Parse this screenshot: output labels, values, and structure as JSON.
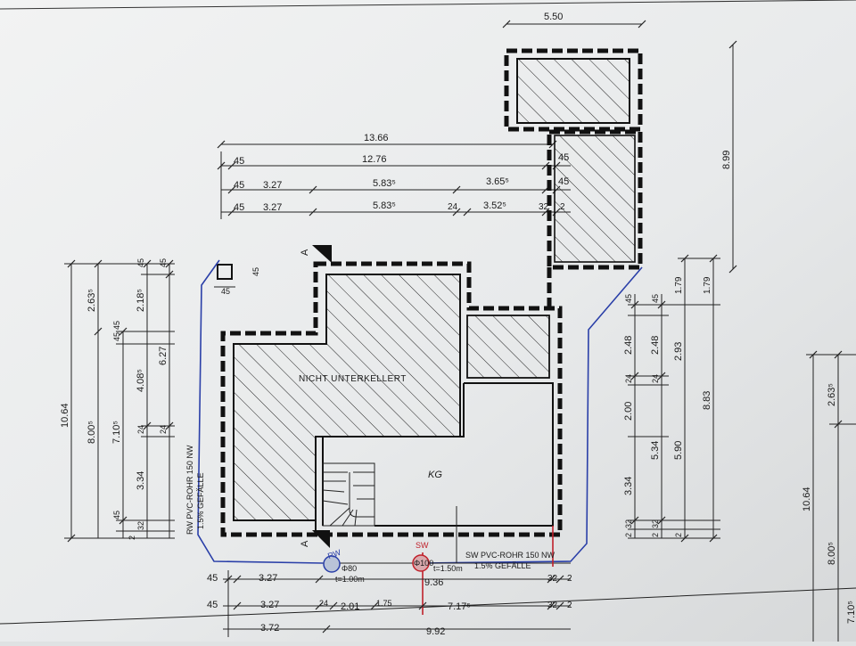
{
  "colors": {
    "paper": "#e9ebec",
    "line": "#111111",
    "pipe_rw": "#2a3fa8",
    "pipe_sw": "#c0202a"
  },
  "labels": {
    "room_main": "NICHT UNTERKELLERT",
    "room_kg": "KG",
    "section_marker": "A",
    "rw_marker": "RW",
    "sw_marker": "SW",
    "rw_pipe_line1": "RW PVC-ROHR 150 NW",
    "rw_pipe_line2": "1.5% GEFÄLLE",
    "sw_pipe_line1": "SW PVC-ROHR 150 NW",
    "sw_pipe_line2": "1.5% GEFÄLLE",
    "rw_shaft_dia": "Φ80",
    "rw_shaft_depth": "t=1.00m",
    "sw_shaft_dia": "Φ100",
    "sw_shaft_depth": "t=1.50m"
  },
  "dims_top": {
    "garage_width": "5.50",
    "overall": "13.66",
    "r1_left": "45",
    "r1_main": "12.76",
    "r1_right": "45",
    "r2_left": "45",
    "r2_a": "3.27",
    "r2_b": "5.83⁵",
    "r2_c": "3.65⁵",
    "r2_right": "45",
    "r3_left": "45",
    "r3_a": "3.27",
    "r3_b": "5.83⁵",
    "r3_c": "24",
    "r3_d": "3.52⁵",
    "r3_e": "32",
    "r3_f": "2",
    "garage_depth": "8.99",
    "small_45a": "45",
    "small_45b": "45"
  },
  "dims_left": {
    "total": "10.64",
    "a": "8.00⁵",
    "b": "7.10⁵",
    "c": "2.63⁵",
    "d": "2.18⁵",
    "e": "6.27",
    "f": "4.08⁵",
    "g": "3.34",
    "h": "45",
    "i": "45",
    "j": "24",
    "k": "24",
    "l": "45",
    "m": "32",
    "n": "2",
    "o": "45",
    "p": "45"
  },
  "dims_right": {
    "a": "45",
    "b": "45",
    "c": "1.79",
    "d": "1.79",
    "e": "2.48",
    "f": "2.48",
    "g": "2.93",
    "h": "8.83",
    "i": "24",
    "j": "24",
    "k": "2.00",
    "l": "5.34",
    "m": "5.90",
    "n": "3.34",
    "o": "32",
    "p": "32",
    "q": "2",
    "r": "2",
    "s": "2"
  },
  "dims_bottom": {
    "r1_left": "45",
    "r1_a": "3.27",
    "r1_main": "9.36",
    "r1_b": "32",
    "r1_c": "2",
    "r2_left": "45",
    "r2_a": "3.27",
    "r2_b": "24",
    "r2_c": "2.01",
    "r2_d": "1.75",
    "r2_e": "7.17⁵",
    "r2_f": "32",
    "r2_g": "2",
    "r3_a": "3.72",
    "r3_main": "9.92"
  },
  "dims_far_right": {
    "a": "2.63⁵",
    "b": "10.64",
    "c": "8.00⁵",
    "d": "7.10⁵"
  }
}
